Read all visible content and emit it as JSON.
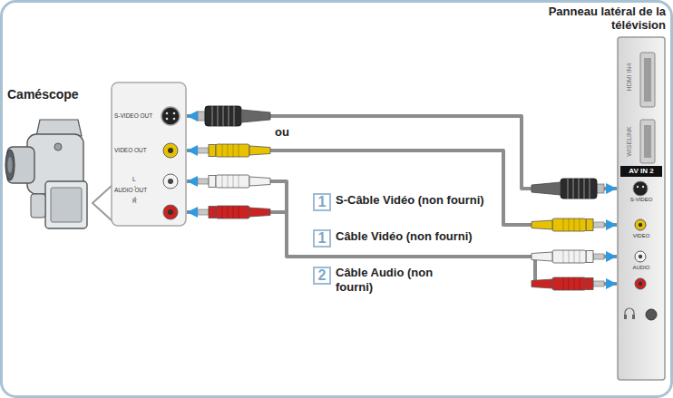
{
  "diagram": {
    "nodes": [
      {
        "text": [
          "S-VIDEO OUT",
          "VIDEO OUT",
          "L",
          "AUDIO OUT",
          "R"
        ]
      },
      {
        "text": [
          "Panneau latéral de la télévision",
          "HDMI IN4",
          "WISELINK",
          "AV IN 2",
          "S-VIDEO",
          "VIDEO",
          "AUDIO"
        ]
      }
    ],
    "edges": [
      {
        "from": 0,
        "to": 1,
        "arrow": "both",
        "label": "S-Câble Vidéo (non fourni)"
      },
      {
        "from": 0,
        "to": 1,
        "arrow": "both",
        "label": "Câble Vidéo (non fourni)"
      },
      {
        "from": 0,
        "to": 1,
        "arrow": "both",
        "label": "Câble Audio (non fourni)"
      }
    ],
    "labels": [
      "Caméscope",
      "ou",
      "1",
      "1",
      "2"
    ]
  }
}
